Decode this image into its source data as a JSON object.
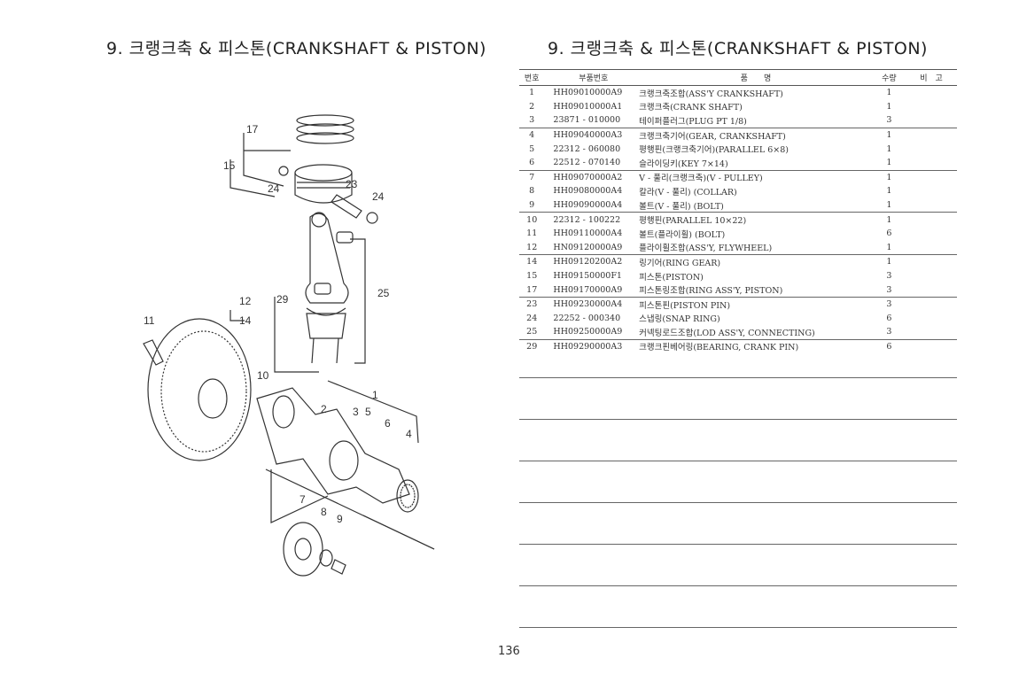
{
  "page": {
    "title_left": "9. 크랭크축 & 피스톤(CRANKSHAFT & PISTON)",
    "title_right": "9. 크랭크축 & 피스톤(CRANKSHAFT & PISTON)",
    "page_number": "136"
  },
  "table": {
    "headers": {
      "no": "번호",
      "part_no": "부품번호",
      "name": "품　　명",
      "qty": "수량",
      "remarks": "비　고"
    },
    "rows": [
      {
        "no": "1",
        "part_no": "HH09010000A9",
        "name": "크랭크축조합(ASS'Y CRANKSHAFT)",
        "qty": "1",
        "group_start": true
      },
      {
        "no": "2",
        "part_no": "HH09010000A1",
        "name": "크랭크축(CRANK SHAFT)",
        "qty": "1"
      },
      {
        "no": "3",
        "part_no": "23871 - 010000",
        "name": "테이퍼플러그(PLUG PT 1/8)",
        "qty": "3"
      },
      {
        "no": "4",
        "part_no": "HH09040000A3",
        "name": "크랭크축기어(GEAR, CRANKSHAFT)",
        "qty": "1",
        "group_start": true
      },
      {
        "no": "5",
        "part_no": "22312 - 060080",
        "name": "평행핀(크랭크축기어)(PARALLEL 6×8)",
        "qty": "1"
      },
      {
        "no": "6",
        "part_no": "22512 - 070140",
        "name": "슬라이딩키(KEY 7×14)",
        "qty": "1"
      },
      {
        "no": "7",
        "part_no": "HH09070000A2",
        "name": "V - 풀리(크랭크축)(V - PULLEY)",
        "qty": "1",
        "group_start": true
      },
      {
        "no": "8",
        "part_no": "HH09080000A4",
        "name": "칼라(V - 풀리) (COLLAR)",
        "qty": "1"
      },
      {
        "no": "9",
        "part_no": "HH09090000A4",
        "name": "볼트(V - 풀리) (BOLT)",
        "qty": "1"
      },
      {
        "no": "10",
        "part_no": "22312 - 100222",
        "name": "평행핀(PARALLEL 10×22)",
        "qty": "1",
        "group_start": true
      },
      {
        "no": "11",
        "part_no": "HH09110000A4",
        "name": "볼트(플라이휠) (BOLT)",
        "qty": "6"
      },
      {
        "no": "12",
        "part_no": "HN09120000A9",
        "name": "플라이휠조합(ASS'Y, FLYWHEEL)",
        "qty": "1"
      },
      {
        "no": "14",
        "part_no": "HH09120200A2",
        "name": "링기어(RING GEAR)",
        "qty": "1",
        "group_start": true
      },
      {
        "no": "15",
        "part_no": "HH09150000F1",
        "name": "피스톤(PISTON)",
        "qty": "3"
      },
      {
        "no": "17",
        "part_no": "HH09170000A9",
        "name": "피스톤링조합(RING ASS'Y, PISTON)",
        "qty": "3"
      },
      {
        "no": "23",
        "part_no": "HH09230000A4",
        "name": "피스톤핀(PISTON PIN)",
        "qty": "3",
        "group_start": true
      },
      {
        "no": "24",
        "part_no": "22252 - 000340",
        "name": "스냅링(SNAP RING)",
        "qty": "6"
      },
      {
        "no": "25",
        "part_no": "HH09250000A9",
        "name": "커넥팅로드조합(LOD ASS'Y, CONNECTING)",
        "qty": "3"
      },
      {
        "no": "29",
        "part_no": "HH09290000A3",
        "name": "크랭크핀베어링(BEARING, CRANK PIN)",
        "qty": "6",
        "group_start": true
      }
    ]
  },
  "diagram": {
    "callouts": [
      "17",
      "15",
      "24",
      "23",
      "24",
      "29",
      "25",
      "12",
      "14",
      "11",
      "10",
      "1",
      "2",
      "3",
      "5",
      "6",
      "4",
      "7",
      "8",
      "9"
    ]
  }
}
